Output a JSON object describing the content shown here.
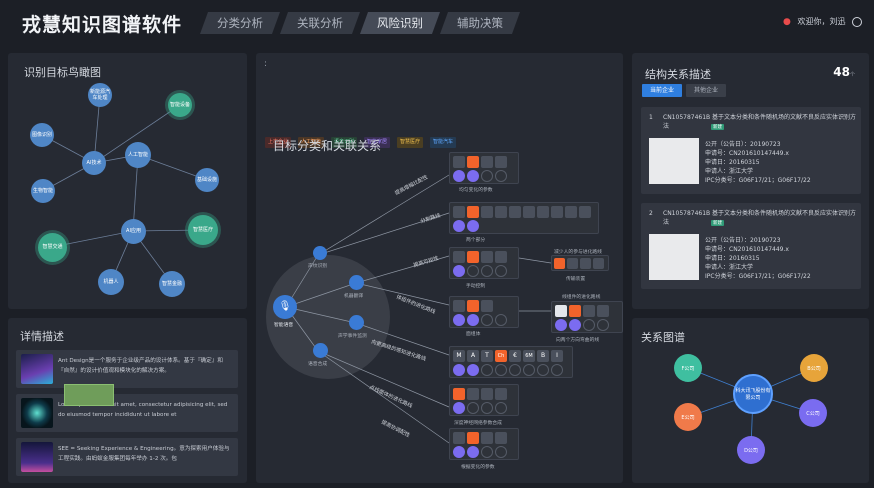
{
  "header": {
    "title": "戎慧知识图谱软件",
    "tabs": [
      "分类分析",
      "关联分析",
      "风险识别",
      "辅助决策"
    ],
    "user": "欢迎你，刘迅"
  },
  "overview": {
    "title": "识别目标鸟瞰图",
    "nodes": [
      "新能源汽车处理",
      "智能设备",
      "图像识别",
      "AI技术",
      "人工智能",
      "基础设施",
      "生物智能",
      "AI应用",
      "智慧医疗",
      "智慧交通",
      "智慧金融",
      "机器人"
    ]
  },
  "details": {
    "title": "详情描述",
    "items": [
      "Ant Design是一个服务于企业级产品的设计体系。基于『确定』和『自然』的设计价值观和模块化的解决方案。",
      "Lorem ipsum dolor sit amet, consectetur adipisicing elit, sed do eiusmod tempor incididunt ut labore et",
      "SEE = Seeking Experience & Engineering。意为探索用户体验与工程实践。由蚂蚁金服集团每年举办 1-2 次。包"
    ]
  },
  "center": {
    "marker": ":",
    "tags": [
      "上市企业",
      "人工智能",
      "语音识别",
      "智能家居",
      "智慧医疗",
      "智能汽车"
    ],
    "title": "目标分类和关联关系",
    "hubs": [
      "声纹识别",
      "智能语音",
      "机器翻译",
      "声学事件监测",
      "语音合成"
    ],
    "branches": [
      "提高增幅比配性",
      "分割路线",
      "提高可控性",
      "体组件的进化路线",
      "向更高级的感知进化路线",
      "点线面体的进化路线",
      "提高协调配性"
    ],
    "groups": [
      "均匀变化的参数",
      "两个部分",
      "手动控制",
      "面组体",
      "深度神经网络参数合成",
      "根据变化的参数"
    ],
    "side": [
      "减少人的参与进化路线",
      "传输装置",
      "线组件的进化路线",
      "向两个方向弯曲的线"
    ],
    "letters": [
      "M",
      "A",
      "T",
      "Ch",
      "€",
      "6M",
      "B",
      "I"
    ]
  },
  "structure": {
    "title": "结构关系描述",
    "count": "48",
    "count_suffix": "个",
    "tabs": [
      "当前企业",
      "其他企业"
    ],
    "patents": [
      {
        "num": "1",
        "title": "CN105787461B 基于文本分类和条件随机场的文献不良反应实体识别方法",
        "badge": "新建",
        "pub": "公开（公告日）：20190723",
        "app": "申请号：CN201610147449.x",
        "date": "申请日：20160315",
        "owner": "申请人：浙江大学",
        "ipc": "IPC分类号：G06F17/21；G06F17/22"
      },
      {
        "num": "2",
        "title": "CN105787461B 基于文本分类和条件随机场的文献不良反应实体识别方法",
        "badge": "新建",
        "pub": "公开（公告日）：20190723",
        "app": "申请号：CN201610147449.x",
        "date": "申请日：20160315",
        "owner": "申请人：浙江大学",
        "ipc": "IPC分类号：G06F17/21；G06F17/22"
      }
    ]
  },
  "relation": {
    "title": "关系图谱",
    "center": "科大讯飞股份有限公司",
    "nodes": [
      "F公司",
      "B公司",
      "E公司",
      "C公司",
      "D公司"
    ]
  },
  "colors": {
    "accent": "#2f7fe0",
    "hot": "#f2632b",
    "violet": "#7b6cf0",
    "green": "#3aa88a"
  }
}
